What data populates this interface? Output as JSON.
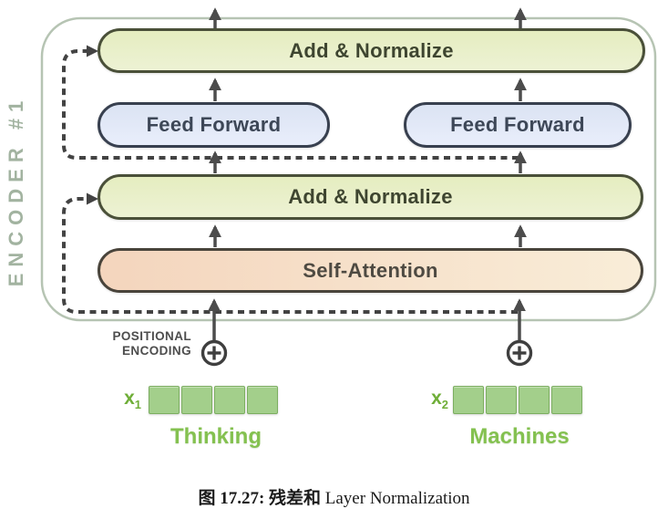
{
  "diagram": {
    "encoder_label": "ENCODER #1",
    "blocks": {
      "add_normalize_top": "Add & Normalize",
      "feed_forward_left": "Feed Forward",
      "feed_forward_right": "Feed Forward",
      "add_normalize_mid": "Add & Normalize",
      "self_attention": "Self-Attention"
    },
    "positional_encoding": {
      "line1": "POSITIONAL",
      "line2": "ENCODING"
    },
    "icons": {
      "left_plus": "circled-plus-icon",
      "right_plus": "circled-plus-icon",
      "solid_arrows": "up-arrow-icon",
      "dashed_paths": "residual-connection-dashed-arrow"
    },
    "tokens": [
      {
        "symbol": "x",
        "subscript": "1",
        "word": "Thinking",
        "cells": 4
      },
      {
        "symbol": "x",
        "subscript": "2",
        "word": "Machines",
        "cells": 4
      }
    ],
    "colors": {
      "add_normalize_fill": "#e9efc9",
      "feed_forward_fill": "#e2eaf8",
      "self_attention_fill": "#f6e0c8",
      "encoder_border": "#b6c4b3",
      "encoder_label_color": "#a2b3a0",
      "arrow": "#4c4c4c",
      "embedding_green": "#a3cf8b",
      "token_green": "#84c150"
    }
  },
  "caption": {
    "bold_part": "图 17.27: 残差和",
    "regular_part": "Layer Normalization"
  }
}
